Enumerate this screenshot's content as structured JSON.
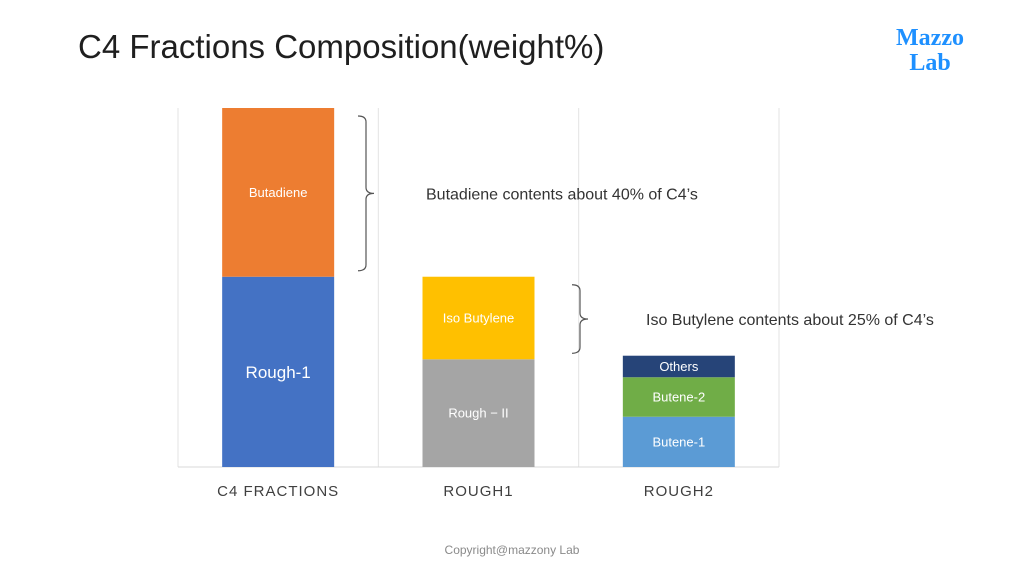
{
  "title": "C4 Fractions Composition(weight%)",
  "logo": {
    "line1": "Mazzo",
    "line2": "Lab"
  },
  "footer": {
    "copyright": "Copyright@mazzony Lab"
  },
  "chart_data": {
    "type": "bar",
    "stacked": true,
    "categories": [
      "C4 FRACTIONS",
      "ROUGH1",
      "ROUGH2"
    ],
    "ylim": [
      0,
      100
    ],
    "grid": false,
    "bars": [
      {
        "category": "C4 FRACTIONS",
        "segments": [
          {
            "label": "Rough-1",
            "value": 53,
            "color": "#4472c4"
          },
          {
            "label": "Butadiene",
            "value": 47,
            "color": "#ed7d31"
          }
        ]
      },
      {
        "category": "ROUGH1",
        "segments": [
          {
            "label": "Rough − II",
            "value": 30,
            "color": "#a5a5a5"
          },
          {
            "label": "Iso Butylene",
            "value": 23,
            "color": "#ffc000"
          }
        ]
      },
      {
        "category": "ROUGH2",
        "segments": [
          {
            "label": "Butene-1",
            "value": 14,
            "color": "#5b9bd5"
          },
          {
            "label": "Butene-2",
            "value": 11,
            "color": "#70ad47"
          },
          {
            "label": "Others",
            "value": 6,
            "color": "#264478"
          }
        ]
      }
    ],
    "annotations": [
      {
        "text": "Butadiene contents about 40% of C4’s",
        "bar": 0,
        "from": 53,
        "to": 100
      },
      {
        "text": "Iso Butylene contents about 25% of C4’s",
        "bar": 1,
        "from": 30,
        "to": 53
      }
    ]
  }
}
